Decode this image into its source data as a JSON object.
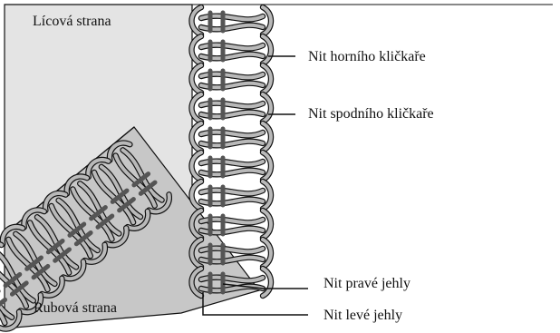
{
  "labels": {
    "face_side": "Lícová strana",
    "back_side": "Rubová strana",
    "upper_looper_thread": "Nit horního kličkaře",
    "lower_looper_thread": "Nit spodního kličkaře",
    "right_needle_thread": "Nit pravé jehly",
    "left_needle_thread": "Nit levé jehly"
  },
  "colors": {
    "fabric_face": "#e4e4e4",
    "fabric_back": "#c7c7c7",
    "thread_light": "#b9b9b9",
    "needle_thread": "#555555",
    "outline": "#111111"
  }
}
